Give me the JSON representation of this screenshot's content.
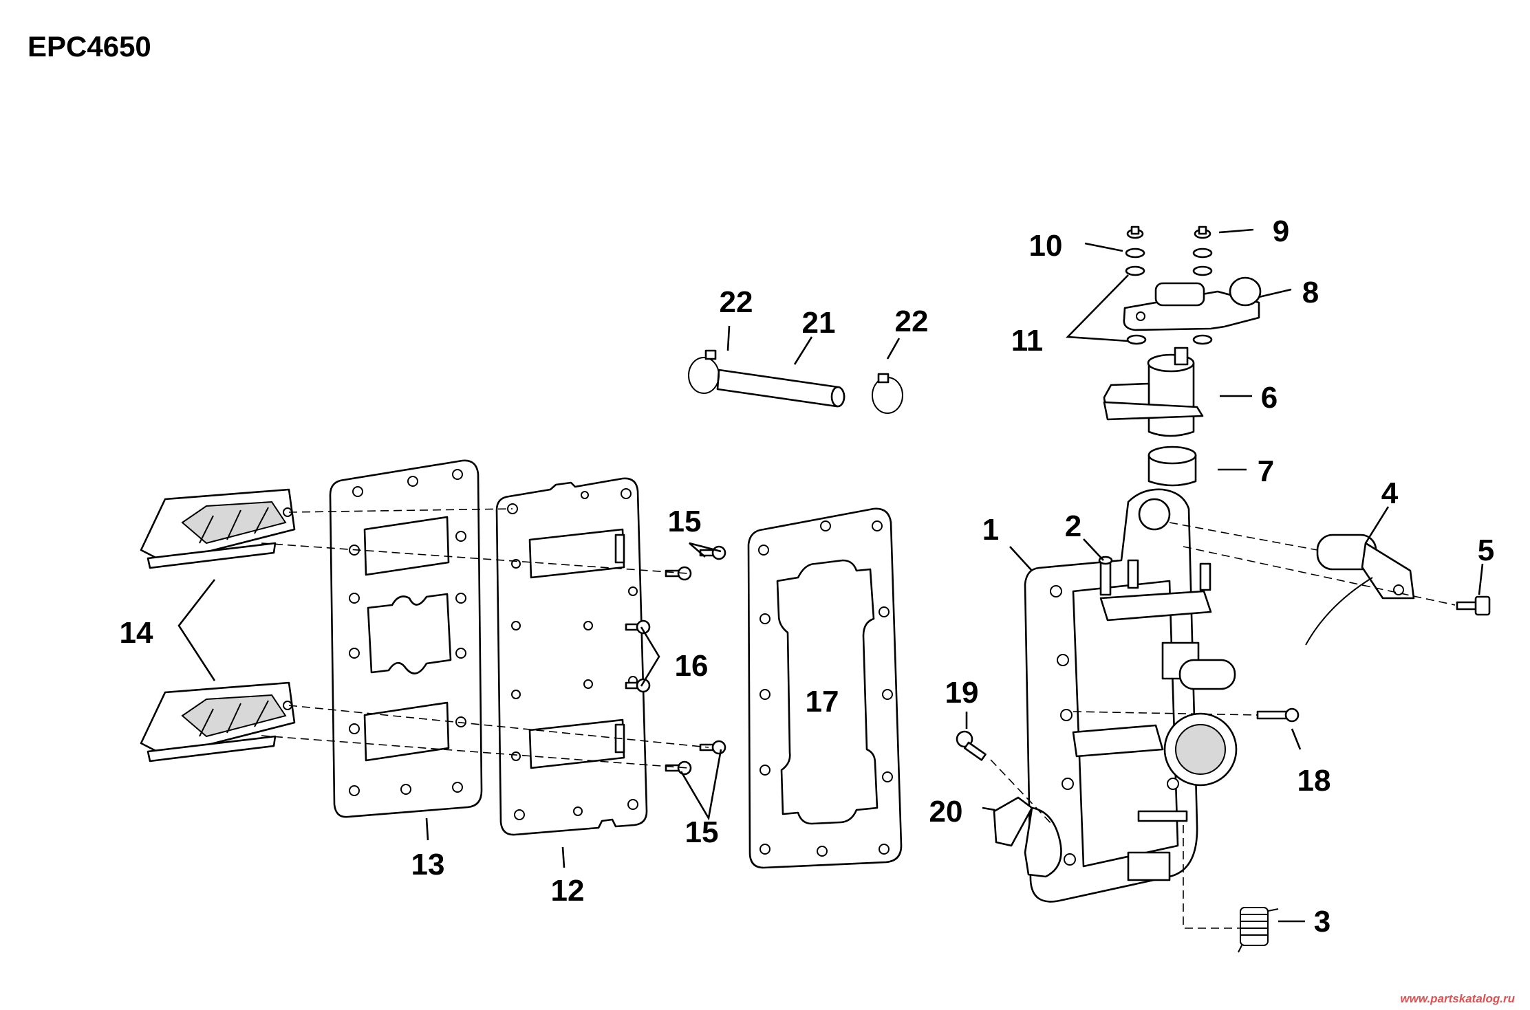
{
  "diagram_code": "EPC4650",
  "watermark": "www.partskatalog.ru",
  "callouts": [
    "1",
    "2",
    "3",
    "4",
    "5",
    "6",
    "7",
    "8",
    "9",
    "10",
    "11",
    "12",
    "13",
    "14",
    "15",
    "15",
    "16",
    "17",
    "18",
    "19",
    "20",
    "21",
    "22",
    "22"
  ]
}
